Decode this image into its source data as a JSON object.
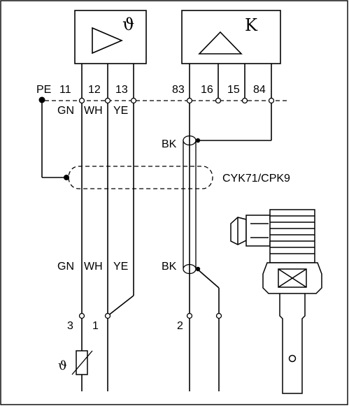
{
  "amplifier": {
    "symbol": "ϑ"
  },
  "conductivity": {
    "symbol": "K"
  },
  "terminals": {
    "pe": "PE",
    "t11": "11",
    "t12": "12",
    "t13": "13",
    "t83": "83",
    "t16": "16",
    "t15": "15",
    "t84": "84"
  },
  "wire_colors_top": {
    "gn": "GN",
    "wh": "WH",
    "ye": "YE"
  },
  "wire_colors_bottom": {
    "gn": "GN",
    "wh": "WH",
    "ye": "YE"
  },
  "coax_labels": {
    "top": "BK",
    "bottom": "BK"
  },
  "cable_label": "CYK71/CPK9",
  "sensor_pins": {
    "p3": "3",
    "p1": "1",
    "p2": "2"
  },
  "resistor_symbol": "ϑ"
}
